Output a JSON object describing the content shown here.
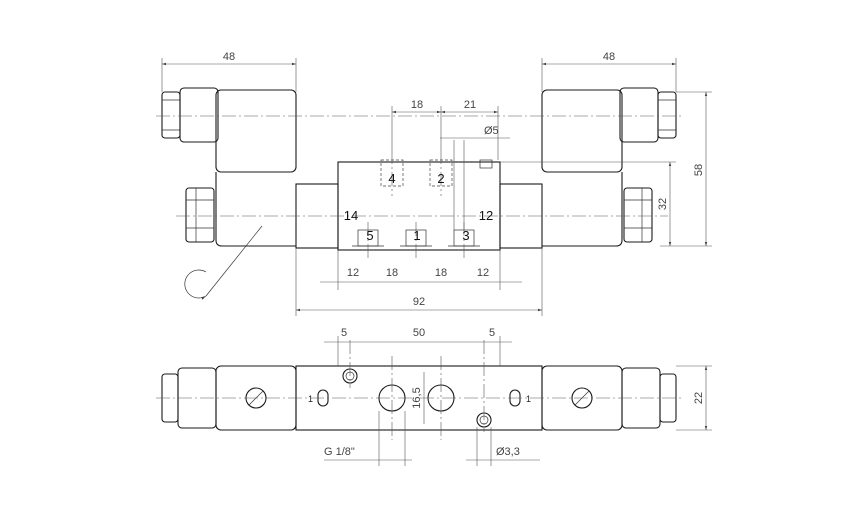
{
  "top_view": {
    "dimensions": {
      "coil_width_left": "48",
      "coil_width_right": "48",
      "port_spacing_4_2": "18",
      "port_offset_21": "21",
      "hole_diameter": "Ø5",
      "height_total": "58",
      "height_body": "32",
      "bottom_seg_1": "12",
      "bottom_seg_2": "18",
      "bottom_seg_3": "18",
      "bottom_seg_4": "12",
      "body_length": "92"
    },
    "ports": {
      "p4": "4",
      "p2": "2",
      "p14": "14",
      "p12": "12",
      "p5": "5",
      "p1": "1",
      "p3": "3"
    }
  },
  "side_view": {
    "dimensions": {
      "edge_left": "5",
      "hole_spacing": "50",
      "edge_right": "5",
      "port_spacing": "16,5",
      "height": "22",
      "thread": "G 1/8\"",
      "mount_hole": "Ø3,3"
    },
    "markers": {
      "left": "1",
      "right": "1"
    }
  }
}
